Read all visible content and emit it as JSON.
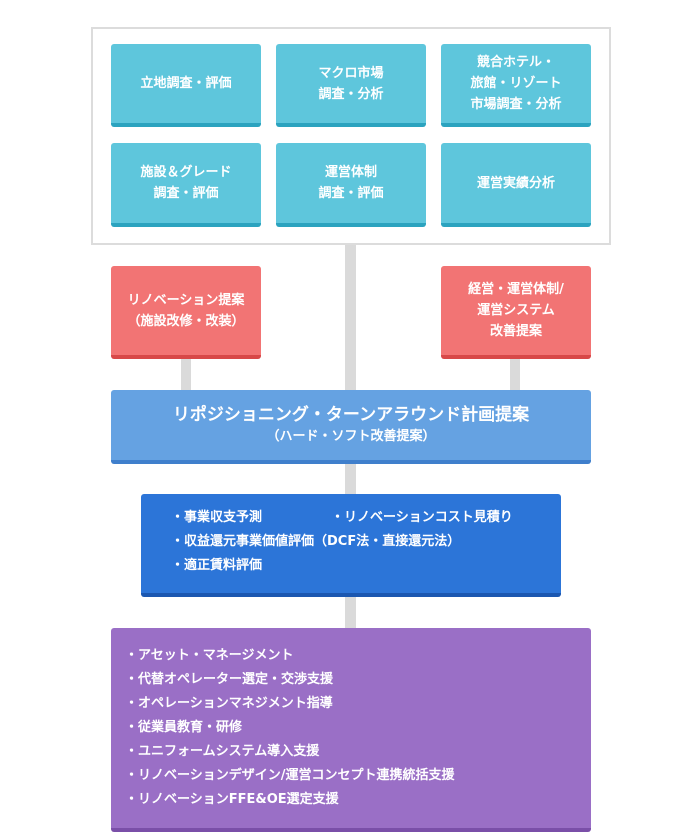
{
  "survey": {
    "box1": [
      "立地調査・評価"
    ],
    "box2": [
      "マクロ市場",
      "調査・分析"
    ],
    "box3": [
      "競合ホテル・",
      "旅館・リゾート",
      "市場調査・分析"
    ],
    "box4": [
      "施設＆グレード",
      "調査・評価"
    ],
    "box5": [
      "運営体制",
      "調査・評価"
    ],
    "box6": [
      "運営実績分析"
    ]
  },
  "proposals": {
    "left": [
      "リノベーション提案",
      "（施設改修・改装）"
    ],
    "right": [
      "経営・運営体制/",
      "運営システム",
      "改善提案"
    ]
  },
  "plan": {
    "title": "リポジショニング・ターンアラウンド計画提案",
    "subtitle": "（ハード・ソフト改善提案）"
  },
  "valuation": {
    "items": [
      "・事業収支予測",
      "・リノベーションコスト見積り",
      "・収益還元事業価値評価（DCF法・直接還元法）",
      "・適正賃料評価"
    ]
  },
  "management": {
    "items": [
      "・アセット・マネージメント",
      "・代替オペレーター選定・交渉支援",
      "・オペレーションマネジメント指導",
      "・従業員教育・研修",
      "・ユニフォームシステム導入支援",
      "・リノベーションデザイン/運営コンセプト連携統括支援",
      "・リノベーションFFE&OE選定支援"
    ]
  },
  "colors": {
    "teal": "#5ec6dc",
    "red": "#f27474",
    "blue": "#65a2e2",
    "dark_blue": "#2c75d8",
    "purple": "#9a6fc6",
    "connector": "#dadada"
  }
}
